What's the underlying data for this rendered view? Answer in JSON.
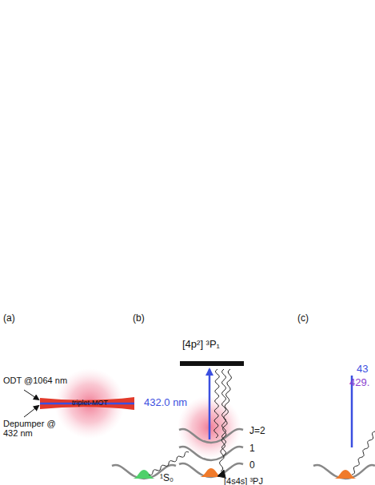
{
  "diagram": {
    "labels": [
      "(a)",
      "(b)",
      "(c)",
      "ODT @1064 nm",
      "triplet-MOT",
      "Depumper @ 432 nm",
      "[4p²] ³P₁",
      "432.0 nm",
      "J=2",
      "1",
      "0",
      "[4s4s] ³PJ",
      "¹S₀",
      "43",
      "429."
    ]
  }
}
